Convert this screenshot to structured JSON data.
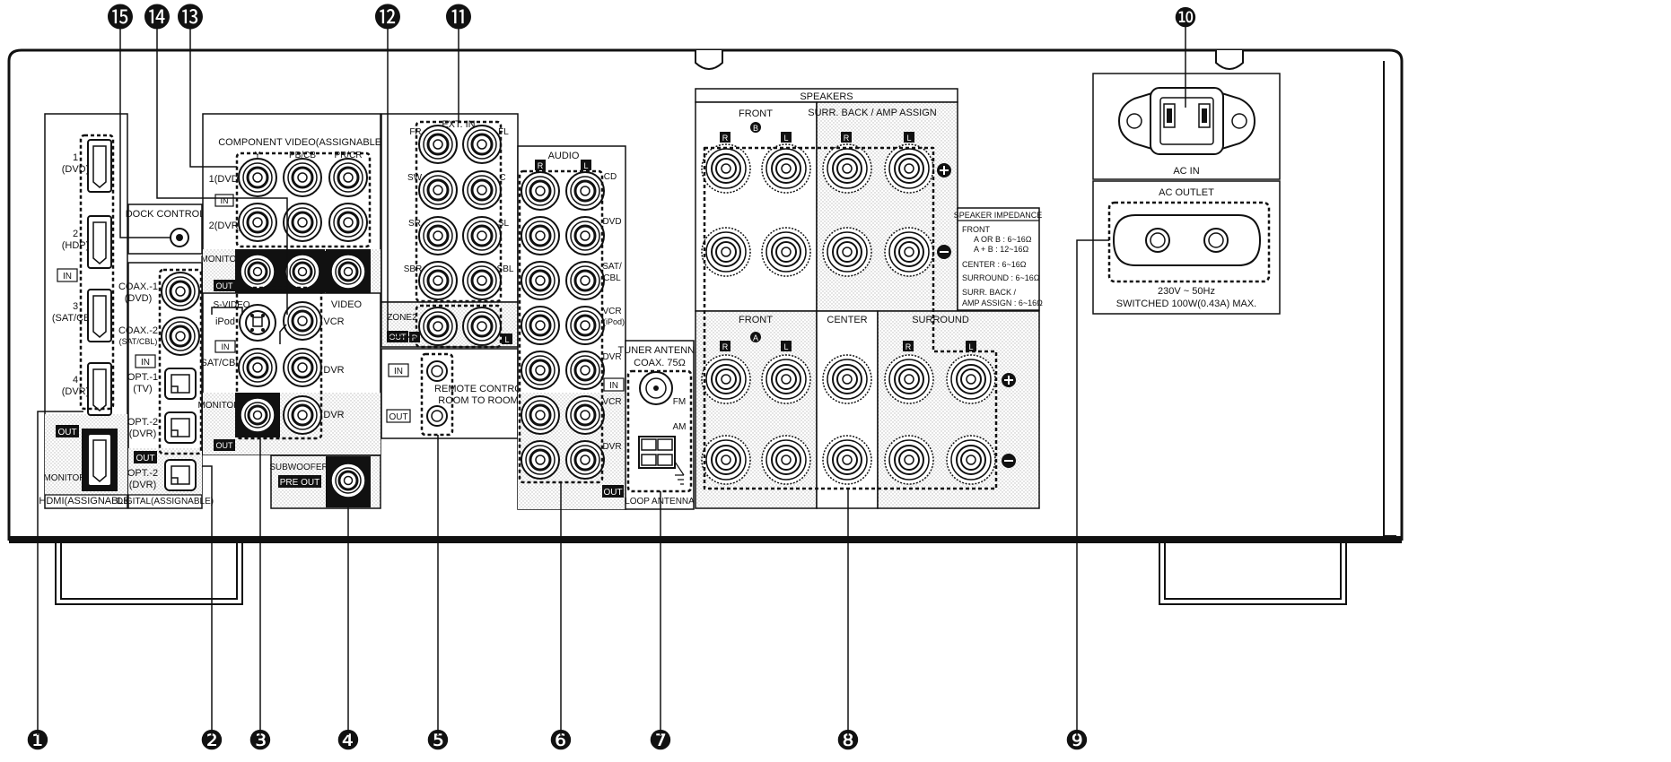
{
  "callouts": {
    "c1": "❶",
    "c2": "❷",
    "c3": "❸",
    "c4": "❹",
    "c5": "❺",
    "c6": "❻",
    "c7": "❼",
    "c8": "❽",
    "c9": "❾",
    "c10": "❿",
    "c11": "⓫",
    "c12": "⓬",
    "c13": "⓭",
    "c14": "⓮",
    "c15": "⓯"
  },
  "hdmi": {
    "in_labels": [
      {
        "line1": "1",
        "line2": "(DVD)"
      },
      {
        "line1": "2",
        "line2": "(HDP)"
      },
      {
        "line1": "3",
        "line2": "(SAT/CBL)"
      },
      {
        "line1": "4",
        "line2": "(DVR)"
      }
    ],
    "in_badge": "IN",
    "out_badge": "OUT",
    "monitor_label": "MONITOR",
    "title": "HDMI(ASSIGNABLE)"
  },
  "dock": {
    "title": "DOCK CONTROL"
  },
  "digital": {
    "inputs": [
      {
        "line1": "COAX.-1",
        "line2": "(DVD)"
      },
      {
        "line1": "COAX.-2",
        "line2": "(SAT/CBL)"
      },
      {
        "line1": "OPT.-1",
        "line2": "(TV)"
      },
      {
        "line1": "OPT.-2",
        "line2": "(DVR)"
      },
      {
        "line1": "OPT.-2",
        "line2": "(DVR)"
      }
    ],
    "in_badge": "IN",
    "out_badge": "OUT",
    "title": "DIGITAL(ASSIGNABLE)"
  },
  "component": {
    "title": "COMPONENT VIDEO(ASSIGNABLE)",
    "columns": [
      "Y",
      "PB/CB",
      "PR/CR"
    ],
    "rows": [
      "1(DVD)",
      "2(DVR)"
    ],
    "in_badge": "IN",
    "monitor_label": "MONITOR",
    "out_badge": "OUT"
  },
  "video": {
    "svideo_label": "S-VIDEO",
    "video_label": "VIDEO",
    "ipod_label": "iPod",
    "vcr_label": "VCR",
    "satcbl_label": "SAT/CBL",
    "dvr_label": "DVR",
    "in_badge": "IN",
    "monitor_label": "MONITOR",
    "out_dvr_label": "DVR",
    "out_badge": "OUT"
  },
  "subwoofer": {
    "label": "SUBWOOFER",
    "badge": "PRE OUT"
  },
  "extin": {
    "title": "EXT. IN",
    "labels": [
      "FR",
      "FL",
      "SW",
      "C",
      "SR",
      "SL",
      "SBR",
      "SBL"
    ]
  },
  "zone2": {
    "label": "ZONE2",
    "out_badge": "OUT",
    "r": "R",
    "l": "L"
  },
  "remote": {
    "in_badge": "IN",
    "out_badge": "OUT",
    "line1": "REMOTE CONTROL",
    "line2": "ROOM TO ROOM"
  },
  "audio": {
    "title": "AUDIO",
    "r": "R",
    "l": "L",
    "in_rows": [
      "CD",
      "DVD",
      "SAT/",
      "CBL",
      "VCR",
      "(iPod)",
      "DVR"
    ],
    "in_badge": "IN",
    "out_rows": [
      "VCR",
      "DVR"
    ],
    "out_badge": "OUT"
  },
  "antenna": {
    "title1": "TUNER ANTENNA",
    "title2": "COAX. 75Ω",
    "fm": "FM",
    "am": "AM",
    "loop": "LOOP ANTENNA"
  },
  "speakers": {
    "title": "SPEAKERS",
    "front_b": "FRONT",
    "front_b_badge": "B",
    "surr_back": "SURR. BACK / AMP ASSIGN",
    "front_a": "FRONT",
    "front_a_badge": "A",
    "center": "CENTER",
    "surround": "SURROUND",
    "r": "R",
    "l": "L"
  },
  "impedance": {
    "title": "SPEAKER IMPEDANCE",
    "front": "FRONT",
    "ab1": "A OR B  : 6~16Ω",
    "ab2": "A + B : 12~16Ω",
    "center": "CENTER       : 6~16Ω",
    "surround": "SURROUND   : 6~16Ω",
    "surrback1": "SURR. BACK /",
    "surrback2": "AMP ASSIGN : 6~16Ω"
  },
  "acin": {
    "label": "AC IN"
  },
  "acout": {
    "title": "AC OUTLET",
    "line1": "230V  ~ 50Hz",
    "line2": "SWITCHED 100W(0.43A) MAX."
  }
}
